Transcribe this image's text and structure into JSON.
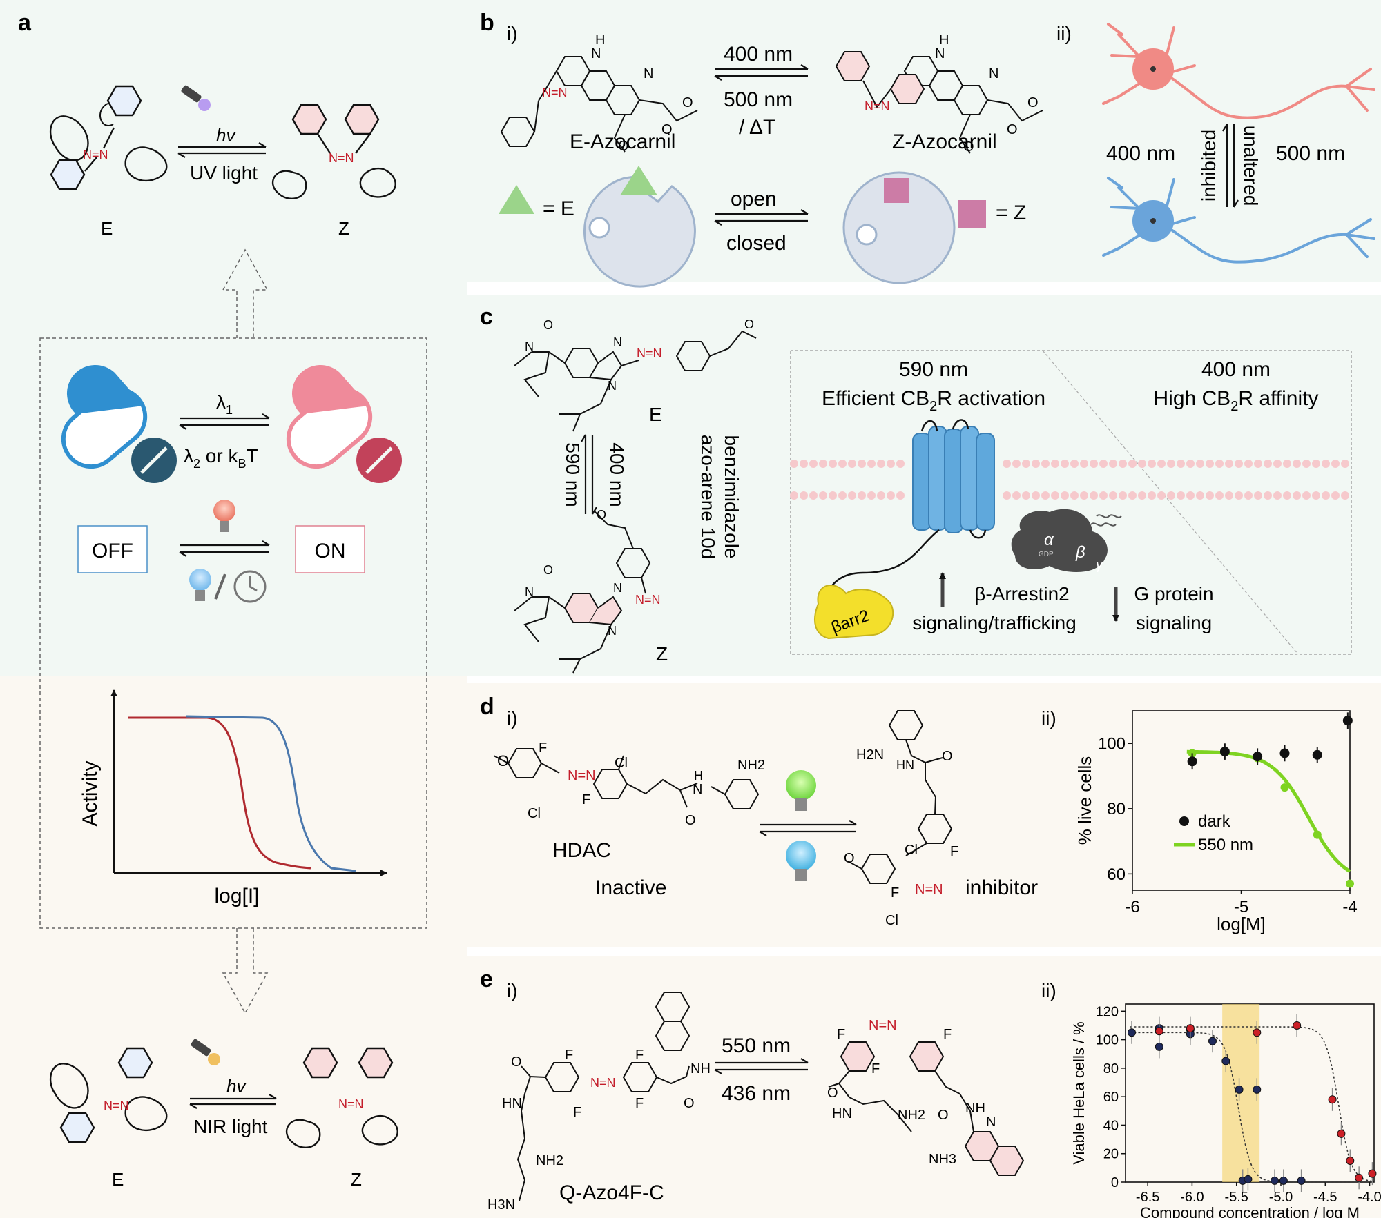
{
  "panel_letters": {
    "a": "a",
    "b": "b",
    "c": "c",
    "d": "d",
    "e": "e"
  },
  "panel_a": {
    "top": {
      "light": "hv",
      "light_sub": "UV light",
      "iso_e": "E",
      "iso_z": "Z"
    },
    "pill": {
      "fwd": "λ",
      "fwd_sub": "1",
      "rev_pre": "λ",
      "rev_sub1": "2",
      "rev_mid": " or k",
      "rev_sub2": "B",
      "rev_post": "T"
    },
    "states": {
      "off": "OFF",
      "on": "ON"
    },
    "plot": {
      "ylabel": "Activity",
      "xlabel": "log[I]"
    },
    "bottom": {
      "light": "hv",
      "light_sub": "NIR light",
      "iso_e": "E",
      "iso_z": "Z"
    }
  },
  "panel_b": {
    "sub_i": "i)",
    "sub_ii": "ii)",
    "fwd": "400 nm",
    "rev1": "500 nm",
    "rev2": "/ ΔT",
    "name_e": "E-Azocarnil",
    "name_z": "Z-Azocarnil",
    "key_e": "= E",
    "key_z": "= Z",
    "open": "open",
    "closed": "closed",
    "neuron_left": "400 nm",
    "neuron_right": "500 nm",
    "inhibited": "inhibited",
    "unaltered": "unaltered"
  },
  "panel_c": {
    "iso_e": "E",
    "iso_z": "Z",
    "wave_left": "590 nm",
    "wave_right": "400 nm",
    "name1": "benzimidazole",
    "name2": "azo-arene 10d",
    "left_wave": "590 nm",
    "left_desc_pre": "Efficient CB",
    "left_desc_sub": "2",
    "left_desc_post": "R activation",
    "right_wave": "400 nm",
    "right_desc_pre": "High CB",
    "right_desc_sub": "2",
    "right_desc_post": "R affinity",
    "barr": "βarr2",
    "arr1": "β-Arrestin2",
    "arr2": "signaling/trafficking",
    "gp1": "G protein",
    "gp2": "signaling",
    "alpha": "α",
    "beta": "β",
    "gamma": "γ",
    "gdp": "GDP"
  },
  "panel_d": {
    "sub_i": "i)",
    "sub_ii": "ii)",
    "label_hdac": "HDAC",
    "label_inactive": "Inactive",
    "label_inhibitor": "inhibitor"
  },
  "panel_e": {
    "sub_i": "i)",
    "sub_ii": "ii)",
    "fwd": "550 nm",
    "rev": "436 nm",
    "name": "Q-Azo4F-C"
  },
  "atoms": {
    "h": "H",
    "n": "N",
    "o": "O",
    "f": "F",
    "cl": "Cl",
    "nh": "NH",
    "hn": "HN",
    "h2n": "H2N",
    "nh2": "NH2",
    "nh3": "NH3",
    "h3n": "H3N",
    "plus": "+"
  },
  "chart_data": [
    {
      "type": "scatter",
      "panel": "d ii",
      "xlabel": "log[M]",
      "ylabel": "% live cells",
      "xlim": [
        -6,
        -4
      ],
      "ylim": [
        55,
        110
      ],
      "xticks": [
        -6,
        -5,
        -4
      ],
      "yticks": [
        60,
        80,
        100
      ],
      "series": [
        {
          "name": "dark",
          "color": "#111111",
          "x": [
            -5.45,
            -5.15,
            -4.85,
            -4.6,
            -4.3,
            -4.02
          ],
          "y": [
            94.5,
            97.5,
            96,
            97,
            96.5,
            107
          ]
        },
        {
          "name": "550 nm",
          "color": "#7ed321",
          "x": [
            -5.45,
            -5.15,
            -4.85,
            -4.6,
            -4.3,
            -4.0
          ],
          "y": [
            97,
            97.5,
            95.5,
            86.5,
            72,
            57
          ]
        }
      ]
    },
    {
      "type": "scatter",
      "panel": "e ii",
      "xlabel": "Compound concentration / log M",
      "ylabel": "Viable HeLa cells / %",
      "xlim": [
        -6.75,
        -3.95
      ],
      "ylim": [
        0,
        125
      ],
      "xticks": [
        -6.5,
        -6.0,
        -5.5,
        -5.0,
        -4.5,
        -4.0
      ],
      "xtick_labels": [
        "-6.5",
        "-6.0",
        "-5.5",
        "-5.0",
        "-4.5",
        "-4.0"
      ],
      "yticks": [
        0,
        20,
        40,
        60,
        80,
        100,
        120
      ],
      "highlight_x": [
        -5.66,
        -5.24
      ],
      "highlight_color": "#f5d77a",
      "series": [
        {
          "color": "#1f2a5c",
          "x": [
            -6.68,
            -6.37,
            -6.37,
            -6.02,
            -6.02,
            -5.77,
            -5.62,
            -5.47,
            -5.43,
            -5.37,
            -5.27,
            -5.07,
            -4.97,
            -4.77
          ],
          "y": [
            105,
            95,
            108,
            107,
            104,
            99,
            85,
            65,
            1,
            2,
            65,
            1,
            1,
            1
          ]
        },
        {
          "color": "#cc2027",
          "x": [
            -6.37,
            -6.02,
            -5.27,
            -4.82,
            -4.42,
            -4.32,
            -4.22,
            -4.12,
            -3.97
          ],
          "y": [
            106,
            108,
            105,
            110,
            58,
            34,
            15,
            3,
            6
          ]
        }
      ]
    }
  ]
}
